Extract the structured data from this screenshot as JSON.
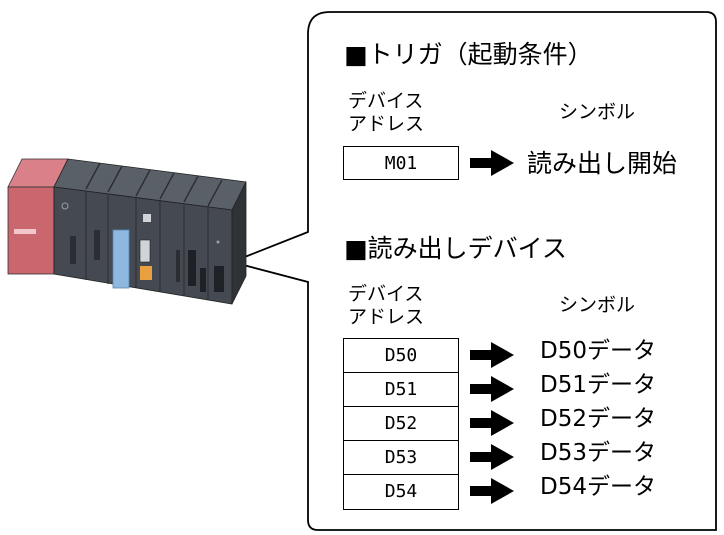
{
  "trigger_section": {
    "heading": "■トリガ（起動条件）",
    "address_header_line1": "デバイス",
    "address_header_line2": "アドレス",
    "symbol_header": "シンボル",
    "device": "M01",
    "symbol": "読み出し開始"
  },
  "read_section": {
    "heading": "■読み出しデバイス",
    "address_header_line1": "デバイス",
    "address_header_line2": "アドレス",
    "symbol_header": "シンボル",
    "rows": [
      {
        "device": "D50",
        "symbol": "D50データ"
      },
      {
        "device": "D51",
        "symbol": "D51データ"
      },
      {
        "device": "D52",
        "symbol": "D52データ"
      },
      {
        "device": "D53",
        "symbol": "D53データ"
      },
      {
        "device": "D54",
        "symbol": "D54データ"
      }
    ]
  },
  "colors": {
    "plc_body": "#4a4f57",
    "plc_module_red": "#c9666e",
    "plc_blue_panel": "#8fb8e0",
    "plc_orange_terminal": "#e8a040"
  }
}
